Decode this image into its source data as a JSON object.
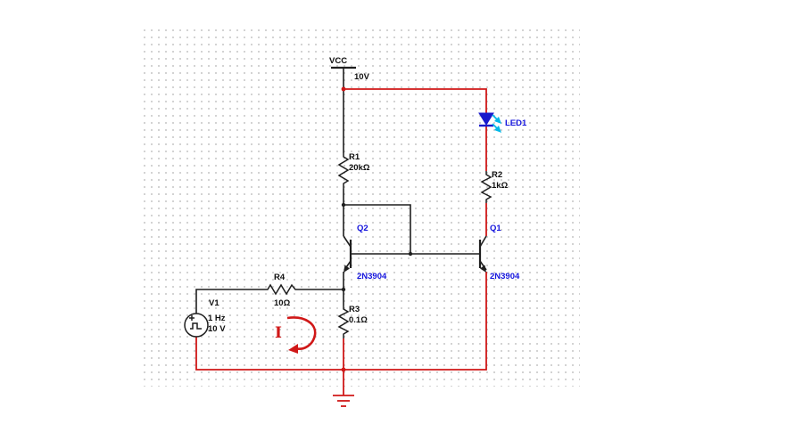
{
  "colors": {
    "wire_black": "#1f1f1f",
    "net_red": "#d01818",
    "label_blue": "#1515dd",
    "led_blue": "#1a1acc",
    "arrow_cyan": "#00b8e8",
    "label_black": "#111111",
    "grid_dot": "#c4c4c4"
  },
  "power": {
    "vcc_label": "VCC",
    "vcc_value": "10V"
  },
  "components": {
    "r1": {
      "ref": "R1",
      "value": "20kΩ"
    },
    "r2": {
      "ref": "R2",
      "value": "1kΩ"
    },
    "r3": {
      "ref": "R3",
      "value": "0.1Ω"
    },
    "r4": {
      "ref": "R4",
      "value": "10Ω"
    },
    "q1": {
      "ref": "Q1",
      "part": "2N3904"
    },
    "q2": {
      "ref": "Q2",
      "part": "2N3904"
    },
    "led1": {
      "ref": "LED1"
    },
    "v1": {
      "ref": "V1",
      "frequency": "1 Hz",
      "amplitude": "10 V"
    }
  },
  "annotations": {
    "current_label": "I"
  }
}
